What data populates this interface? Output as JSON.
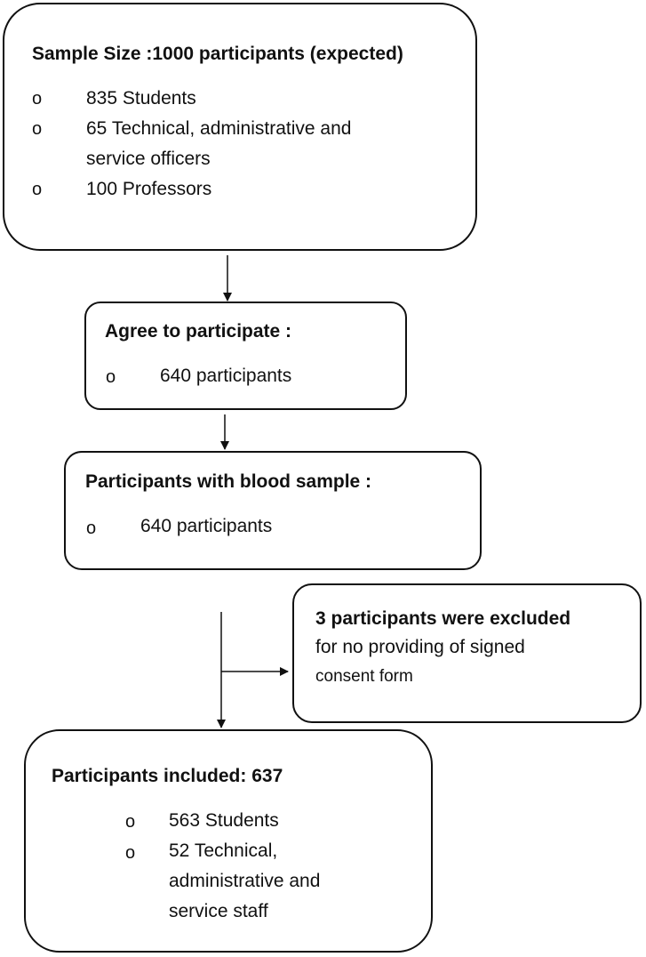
{
  "box_sample": {
    "title": "Sample Size :1000 participants (expected)",
    "items": [
      {
        "bullet": "o",
        "lines": [
          "835 Students"
        ]
      },
      {
        "bullet": "o",
        "lines": [
          "65 Technical, administrative and",
          "service officers"
        ]
      },
      {
        "bullet": "o",
        "lines": [
          "100 Professors"
        ]
      }
    ]
  },
  "box_agree": {
    "title": "Agree to participate :",
    "items": [
      {
        "bullet": "o",
        "lines": [
          "640 participants"
        ]
      }
    ]
  },
  "box_blood": {
    "title": "Participants with blood sample :",
    "items": [
      {
        "bullet": "o",
        "lines": [
          "640 participants"
        ]
      }
    ]
  },
  "box_excluded": {
    "title": "3 participants were excluded",
    "lines": [
      "for no providing of signed",
      "consent form"
    ]
  },
  "box_included": {
    "title": "Participants included: 637",
    "items": [
      {
        "bullet": "o",
        "lines": [
          "563 Students"
        ]
      },
      {
        "bullet": "o",
        "lines": [
          "52 Technical,",
          "administrative and",
          "service staff"
        ]
      }
    ]
  }
}
